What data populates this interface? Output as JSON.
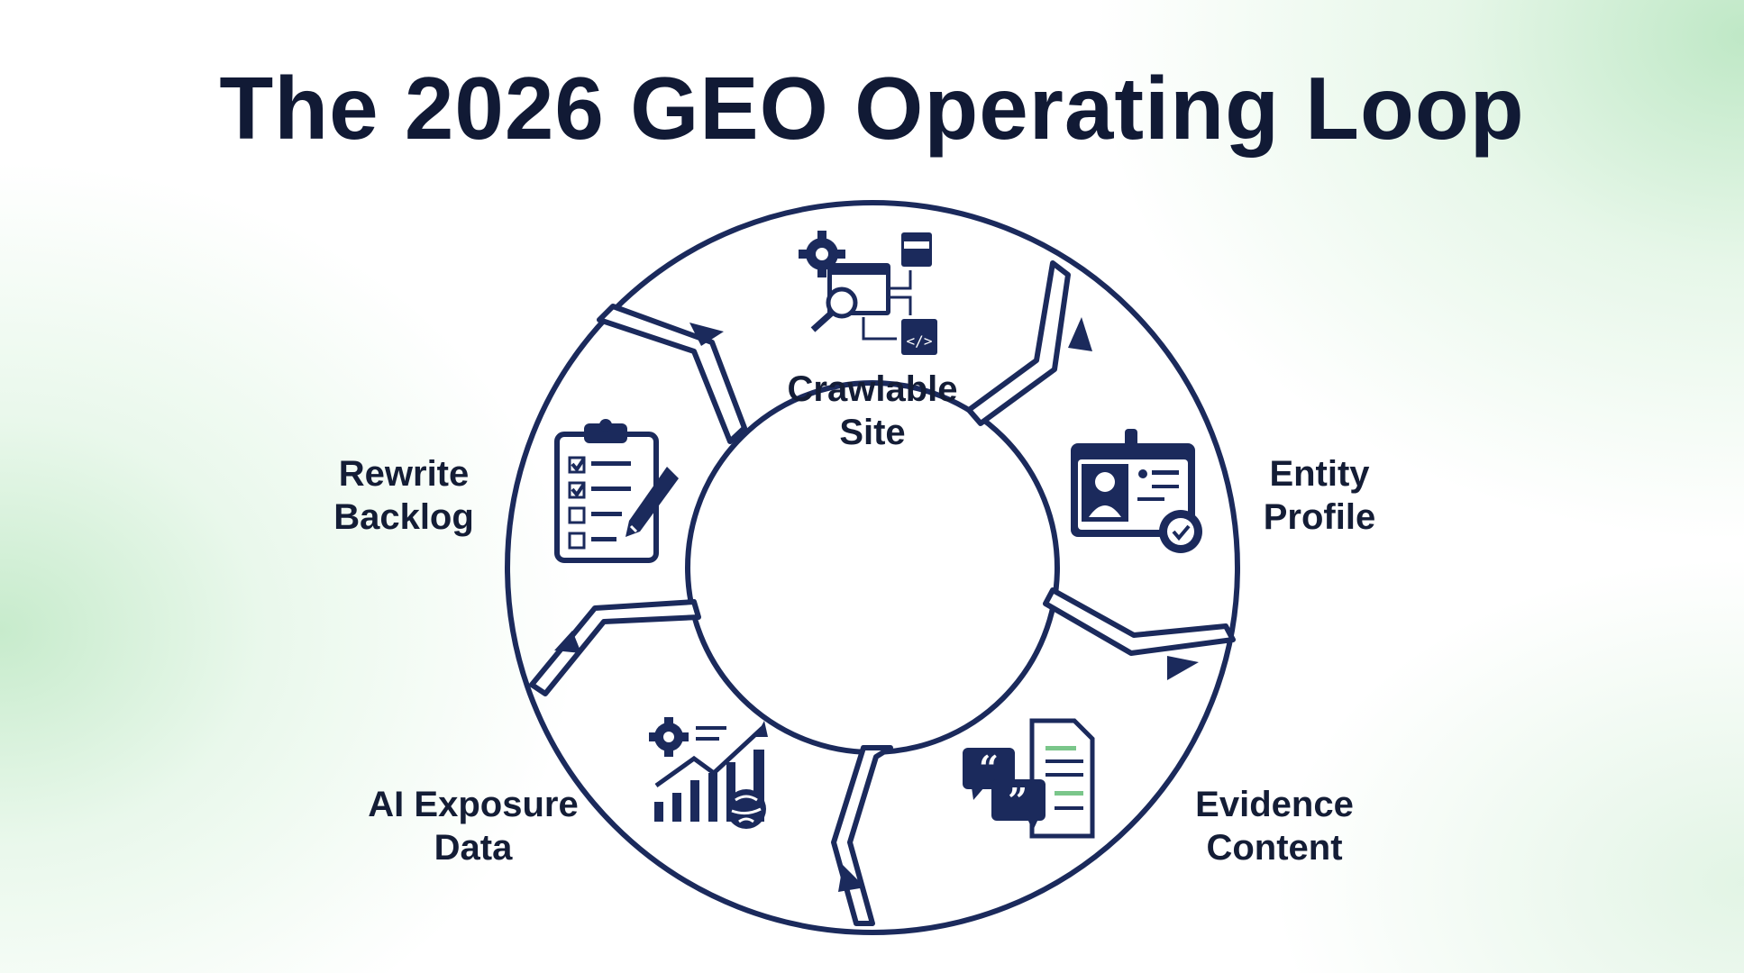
{
  "title": "The 2026 GEO Operating Loop",
  "colors": {
    "navy": "#1b2a5c",
    "text": "#141d36",
    "green_accent": "#7ac68a",
    "background_tint": "#c7ebcc"
  },
  "stages": [
    {
      "id": "crawlable-site",
      "label_line1": "Crawlable",
      "label_line2": "Site",
      "icon": "web-crawler-icon"
    },
    {
      "id": "entity-profile",
      "label_line1": "Entity",
      "label_line2": "Profile",
      "icon": "id-card-verified-icon"
    },
    {
      "id": "evidence-content",
      "label_line1": "Evidence",
      "label_line2": "Content",
      "icon": "quote-document-icon"
    },
    {
      "id": "ai-exposure-data",
      "label_line1": "AI Exposure",
      "label_line2": "Data",
      "icon": "growth-chart-brain-icon"
    },
    {
      "id": "rewrite-backlog",
      "label_line1": "Rewrite",
      "label_line2": "Backlog",
      "icon": "clipboard-checklist-icon"
    }
  ]
}
